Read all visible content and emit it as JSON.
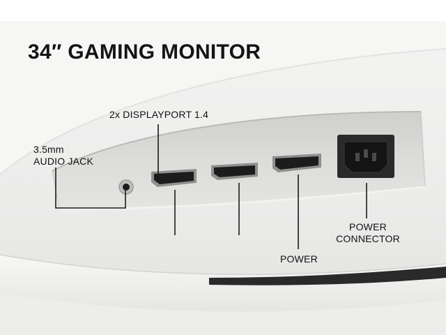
{
  "title": "34″ GAMING MONITOR",
  "callouts": {
    "audio_jack": {
      "line1": "3.5mm",
      "line2": "AUDIO JACK"
    },
    "displayport": {
      "text": "2x DISPLAYPORT 1.4"
    },
    "hdmi_power": {
      "text": "POWER"
    },
    "power_connector": {
      "line1": "POWER",
      "line2": "CONNECTOR"
    }
  },
  "colors": {
    "background": "#ffffff",
    "monitor_body": "#e9e9e7",
    "port_panel": "#d8d8d6",
    "port_hole": "#1c1c1c",
    "text": "#111111"
  }
}
